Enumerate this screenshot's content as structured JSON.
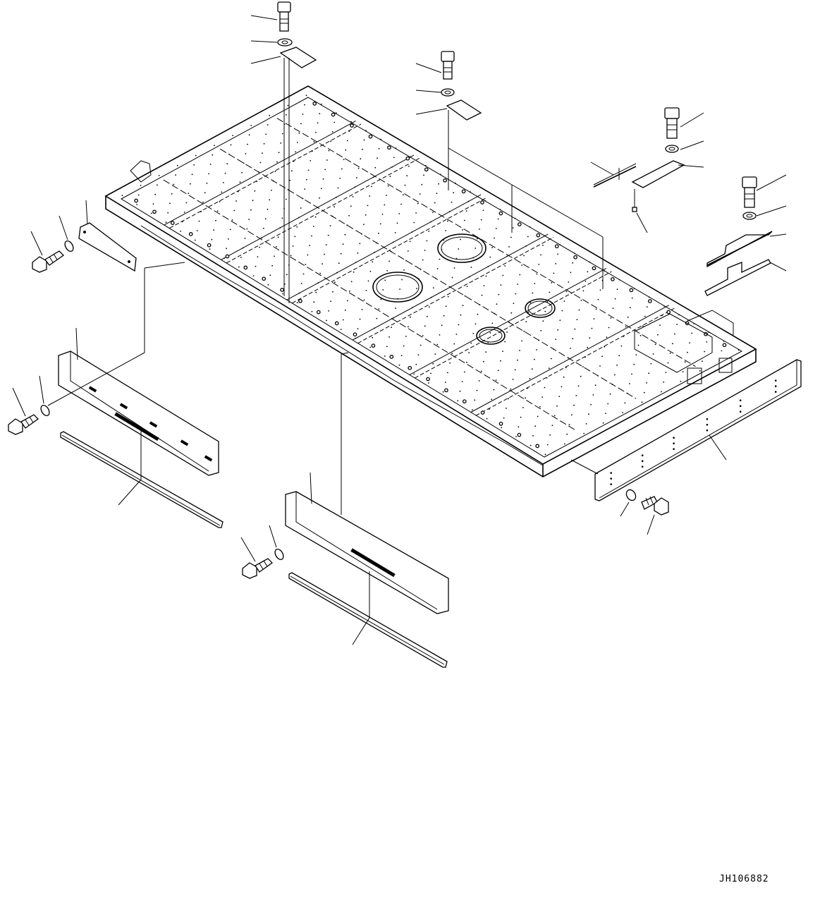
{
  "drawing": {
    "code": "JH106882"
  },
  "colors": {
    "line": "#000000",
    "background": "#ffffff"
  },
  "parts": [
    {
      "name": "bolt"
    },
    {
      "name": "washer"
    },
    {
      "name": "cover-plate"
    },
    {
      "name": "shim"
    },
    {
      "name": "side-cover"
    },
    {
      "name": "rubber-strip"
    },
    {
      "name": "pin"
    }
  ]
}
